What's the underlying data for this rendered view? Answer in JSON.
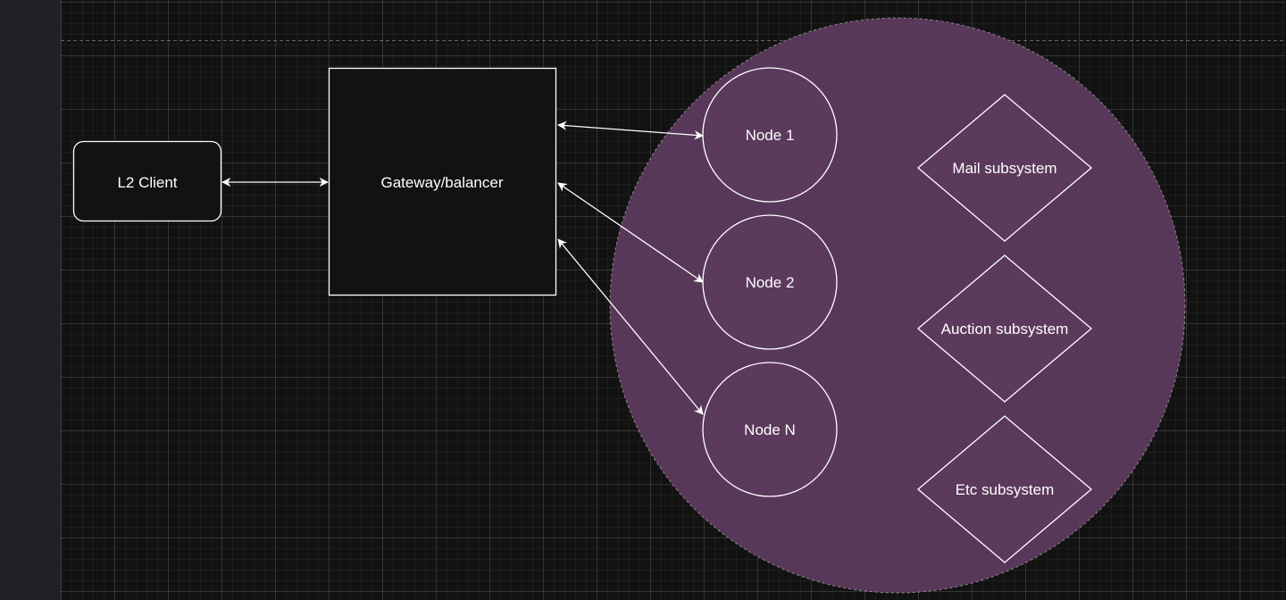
{
  "diagram": {
    "client_label": "L2 Client",
    "gateway_label": "Gateway/balancer",
    "nodes": [
      "Node 1",
      "Node 2",
      "Node N"
    ],
    "subsystems": [
      "Mail subsystem",
      "Auction subsystem",
      "Etc subsystem"
    ]
  },
  "colors": {
    "canvas_bg": "#121212",
    "cluster_fill": "#5c3a5c",
    "stroke": "#ffffff"
  }
}
